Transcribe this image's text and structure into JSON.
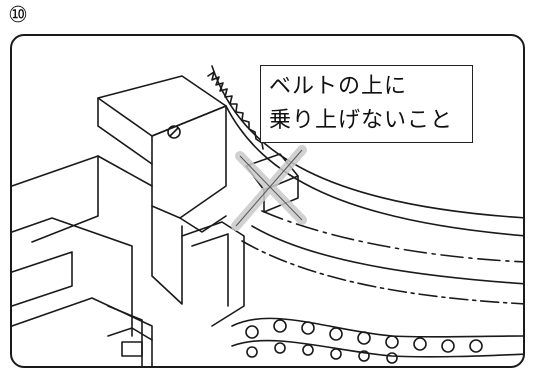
{
  "step": {
    "number": "⑩"
  },
  "callout": {
    "line1": "ベルトの上に",
    "line2": "乗り上げないこと"
  },
  "colors": {
    "cross_mark": "#c9c9c9",
    "line": "#1a1a1a"
  }
}
